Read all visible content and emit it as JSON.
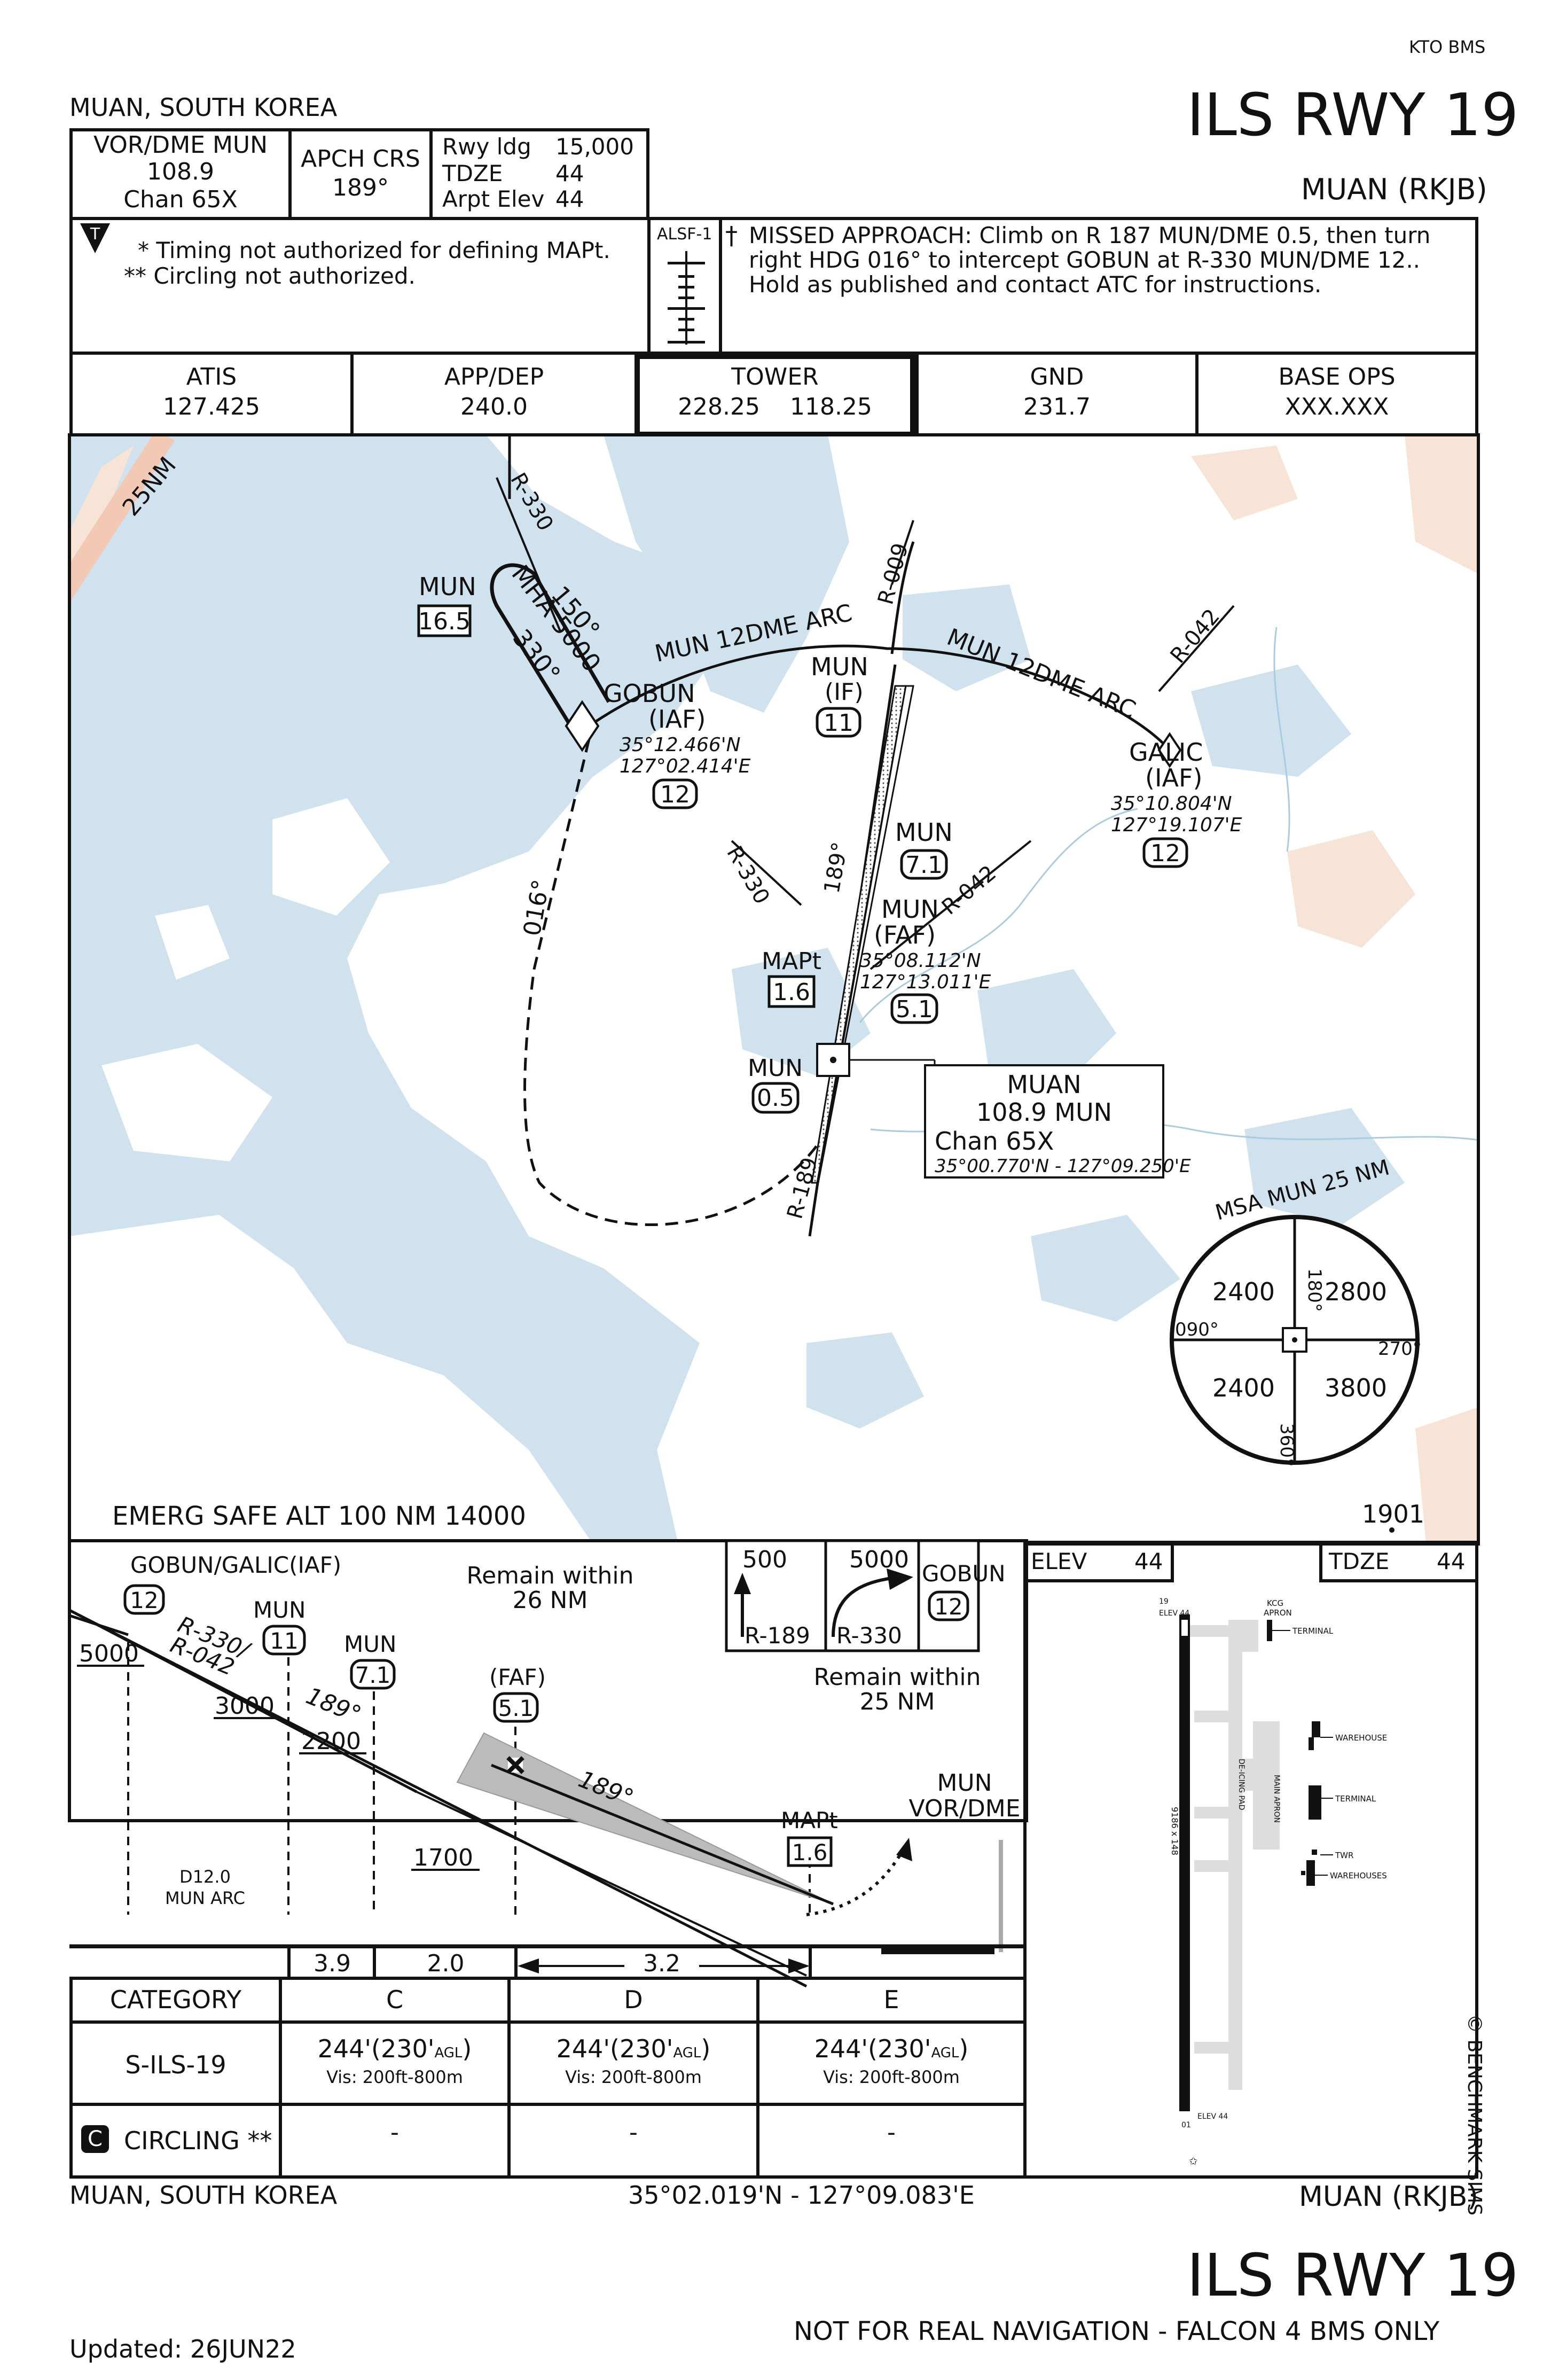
{
  "top_right_tag": "KTO BMS",
  "header": {
    "location": "MUAN, SOUTH KOREA",
    "procedure": "ILS RWY 19",
    "airport": "MUAN (RKJB)"
  },
  "info_row": {
    "nav": {
      "line1": "VOR/DME MUN",
      "line2": "108.9",
      "line3": "Chan 65X"
    },
    "apch": {
      "label": "APCH CRS",
      "value": "189°"
    },
    "rwy": {
      "l1": "Rwy ldg",
      "v1": "15,000",
      "l2": "TDZE",
      "v2": "44",
      "l3": "Arpt Elev",
      "v3": "44"
    }
  },
  "notes": {
    "t_symbol": "T",
    "line1": "* Timing not authorized for defining MAPt.",
    "line2": "** Circling not authorized.",
    "alsf": "ALSF-1",
    "missed_dagger": "†",
    "missed1": "MISSED APPROACH: Climb on R 187 MUN/DME 0.5, then turn",
    "missed2": "right HDG 016° to intercept GOBUN at R-330 MUN/DME 12..",
    "missed3": "Hold as published and contact ATC for instructions."
  },
  "freqs": [
    {
      "label": "ATIS",
      "value": "127.425"
    },
    {
      "label": "APP/DEP",
      "value": "240.0"
    },
    {
      "label": "TOWER",
      "value": "228.25    118.25"
    },
    {
      "label": "GND",
      "value": "231.7"
    },
    {
      "label": "BASE OPS",
      "value": "XXX.XXX"
    }
  ],
  "plan": {
    "nm25": "25NM",
    "r330_top": "R-330",
    "mun165": "MUN",
    "mun165_box": "16.5",
    "hold_out": "150°",
    "hold_mha": "MHA 5000",
    "hold_in": "330°",
    "arc_left": "MUN 12DME ARC",
    "arc_right": "MUN 12DME ARC",
    "r009": "R-009",
    "r042_top": "R-042",
    "mun_if": "MUN",
    "if": "(IF)",
    "if_box": "11",
    "gobun": "GOBUN",
    "gobun_iaf": "(IAF)",
    "gobun_lat": "35°12.466'N",
    "gobun_lon": "127°02.414'E",
    "gobun_box": "12",
    "galic": "GALIC",
    "galic_iaf": "(IAF)",
    "galic_lat": "35°10.804'N",
    "galic_lon": "127°19.107'E",
    "galic_box": "12",
    "hdg016": "016°",
    "r330_mid": "R-330",
    "r189_course": "189°",
    "mun71": "MUN",
    "mun71_box": "7.1",
    "r042_mid": "R-042",
    "faf_mun": "MUN",
    "faf": "(FAF)",
    "faf_lat": "35°08.112'N",
    "faf_lon": "127°13.011'E",
    "faf_box": "5.1",
    "mapt": "MAPt",
    "mapt_box": "1.6",
    "mun05": "MUN",
    "mun05_box": "0.5",
    "r189_bottom": "R-189",
    "navaid_name": "MUAN",
    "navaid_freq": "108.9  MUN",
    "navaid_chan": "Chan 65X",
    "navaid_coord": "35°00.770'N - 127°09.250'E",
    "msa_title": "MSA MUN 25 NM",
    "msa_180": "180°",
    "msa_090": "090°",
    "msa_270": "270°",
    "msa_360": "360°",
    "msa_nw": "2400",
    "msa_ne": "2800",
    "msa_sw": "2400",
    "msa_se": "3800",
    "emerg": "EMERG SAFE ALT 100 NM 14000",
    "elev1901": "1901"
  },
  "profile": {
    "gobun_galic": "GOBUN/GALIC(IAF)",
    "box12": "12",
    "mun11": "MUN",
    "box11": "11",
    "mun71": "MUN",
    "box71": "7.1",
    "faf": "(FAF)",
    "box51": "5.1",
    "r330": "R-330/",
    "r042": "R-042",
    "alt5000": "5000",
    "alt3000": "3000",
    "alt2200": "2200",
    "alt1700": "1700",
    "crs189a": "189°",
    "crs189b": "189°",
    "remain26a": "Remain within",
    "remain26b": "26 NM",
    "remain25a": "Remain within",
    "remain25b": "25 NM",
    "ma500": "500",
    "ma_r189": "R-189",
    "ma5000": "5000",
    "ma_r330": "R-330",
    "ma_gobun": "GOBUN",
    "ma_box12": "12",
    "mapt": "MAPt",
    "mapt_box": "1.6",
    "vor1": "MUN",
    "vor2": "VOR/DME",
    "d12a": "D12.0",
    "d12b": "MUN ARC",
    "dist1": "3.9",
    "dist2": "2.0",
    "dist3": "3.2"
  },
  "minima": {
    "header": [
      "CATEGORY",
      "C",
      "D",
      "E"
    ],
    "ils_label": "S-ILS-19",
    "ils_val": "244'(230'",
    "ils_agl": "AGL",
    "ils_close": ")",
    "ils_vis": "Vis: 200ft-800m",
    "circ_badge": "C",
    "circ_label": "CIRCLING **",
    "dash": "-"
  },
  "airport_diagram": {
    "elev_label": "ELEV",
    "elev_value": "44",
    "tdze_label": "TDZE",
    "tdze_value": "44",
    "kcg": "KCG",
    "apron": "APRON",
    "terminal1": "TERMINAL",
    "warehouse1": "WAREHOUSE",
    "terminal2": "TERMINAL",
    "twr": "TWR",
    "warehouses": "WAREHOUSES",
    "deicing": "DE-ICING PAD",
    "main_apron": "MAIN APRON",
    "rwy_dims": "9186 x 148",
    "elev_top": "ELEV 44",
    "elev_bot": "ELEV 44",
    "rwy_num_top": "19",
    "rwy_num_bot": "01",
    "copyright": "© BENCHMARK SIMS"
  },
  "footer": {
    "location": "MUAN, SOUTH KOREA",
    "coord": "35°02.019'N - 127°09.083'E",
    "airport": "MUAN (RKJB)",
    "procedure": "ILS RWY 19",
    "disclaimer": "NOT FOR REAL NAVIGATION - FALCON 4 BMS ONLY",
    "updated": "Updated: 26JUN22"
  },
  "colors": {
    "water": "#cfe2ee",
    "terrain": "#f7e4d6",
    "land": "#ffffff",
    "ink": "#111111"
  }
}
